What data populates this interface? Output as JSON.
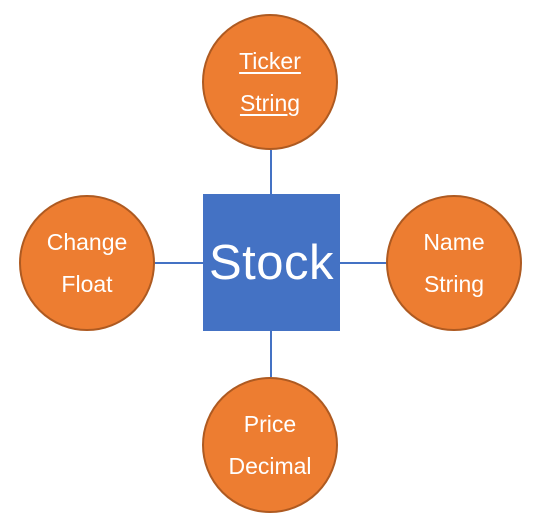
{
  "entity": {
    "name": "Stock"
  },
  "attributes": {
    "ticker": {
      "name": "Ticker",
      "type": "String",
      "is_key": true
    },
    "change": {
      "name": "Change",
      "type": "Float",
      "is_key": false
    },
    "name": {
      "name": "Name",
      "type": "String",
      "is_key": false
    },
    "price": {
      "name": "Price",
      "type": "Decimal",
      "is_key": false
    }
  },
  "colors": {
    "entity_fill": "#4472c4",
    "attribute_fill": "#ed7d31",
    "attribute_border": "#ae5a21",
    "connector": "#4472c4",
    "text": "#ffffff"
  }
}
